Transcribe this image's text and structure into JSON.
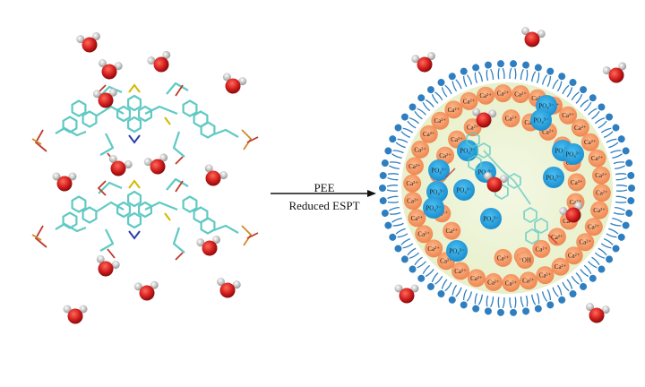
{
  "arrow": {
    "label_top": "PEE",
    "label_bottom": "Reduced ESPT"
  },
  "ions": {
    "calcium": "Ca²⁺",
    "phosphate": "PO₄³⁻",
    "hydroxide": "⁻OH"
  },
  "colors": {
    "background": "#ffffff",
    "molecule": "#5fc9c4",
    "ester": "#c0392b",
    "phosphorus": "#d08a2a",
    "water_oxygen": "#d21e1e",
    "water_hydrogen": "#d8d8d8",
    "calcium_ion": "#f2945c",
    "phosphate_ion": "#1e9ad8",
    "lipid": "#2f7fc0",
    "core_fill": "#eef4d8"
  },
  "icons": [
    "water-molecule-icon",
    "lipid-icon",
    "organic-molecule-icon"
  ]
}
